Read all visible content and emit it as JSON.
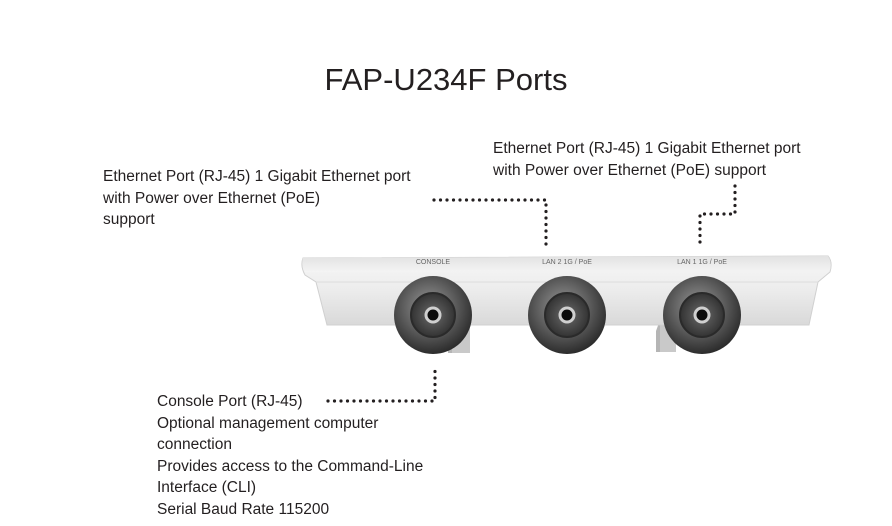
{
  "title": "FAP-U234F Ports",
  "device": {
    "port_labels": [
      "CONSOLE",
      "LAN 2 1G / PoE",
      "LAN 1 1G / PoE"
    ]
  },
  "callouts": {
    "lan2": {
      "lines": [
        "Ethernet Port (RJ-45) 1 Gigabit Ethernet port",
        "with Power over Ethernet (PoE)",
        "support"
      ]
    },
    "lan1": {
      "lines": [
        "Ethernet Port (RJ-45) 1 Gigabit Ethernet port",
        "with Power over Ethernet (PoE) support"
      ]
    },
    "console": {
      "lines": [
        "Console Port (RJ-45)",
        "Optional management computer",
        "connection",
        "Provides access to the Command-Line",
        "Interface (CLI)",
        "Serial Baud Rate  115200"
      ]
    }
  }
}
